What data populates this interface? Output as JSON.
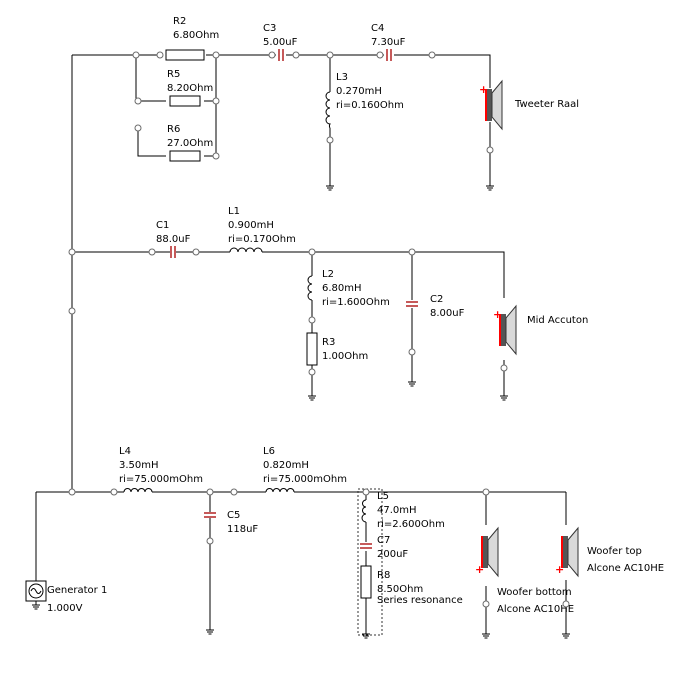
{
  "colors": {
    "wire": "#000000",
    "capacitor": "#b22222",
    "speaker_red": "#ff0000",
    "speaker_body": "#555555"
  },
  "components": {
    "R2": {
      "name": "R2",
      "value": "6.80Ohm"
    },
    "R5": {
      "name": "R5",
      "value": "8.20Ohm"
    },
    "R6": {
      "name": "R6",
      "value": "27.0Ohm"
    },
    "C3": {
      "name": "C3",
      "value": "5.00uF"
    },
    "C4": {
      "name": "C4",
      "value": "7.30uF"
    },
    "L3": {
      "name": "L3",
      "value": "0.270mH",
      "ri": "ri=0.160Ohm"
    },
    "tweeter": {
      "name": "Tweeter Raal"
    },
    "C1": {
      "name": "C1",
      "value": "88.0uF"
    },
    "L1": {
      "name": "L1",
      "value": "0.900mH",
      "ri": "ri=0.170Ohm"
    },
    "L2": {
      "name": "L2",
      "value": "6.80mH",
      "ri": "ri=1.600Ohm"
    },
    "R3": {
      "name": "R3",
      "value": "1.00Ohm"
    },
    "C2": {
      "name": "C2",
      "value": "8.00uF"
    },
    "mid": {
      "name": "Mid Accuton"
    },
    "L4": {
      "name": "L4",
      "value": "3.50mH",
      "ri": "ri=75.000mOhm"
    },
    "L6": {
      "name": "L6",
      "value": "0.820mH",
      "ri": "ri=75.000mOhm"
    },
    "C5": {
      "name": "C5",
      "value": "118uF"
    },
    "L5": {
      "name": "L5",
      "value": "47.0mH",
      "ri": "ri=2.600Ohm"
    },
    "C7": {
      "name": "C7",
      "value": "200uF"
    },
    "R8": {
      "name": "R8",
      "value": "8.50Ohm",
      "note": "Series resonance"
    },
    "woofer_bottom": {
      "name_line1": "Woofer bottom",
      "name_line2": "Alcone AC10HE"
    },
    "woofer_top": {
      "name_line1": "Woofer top",
      "name_line2": "Alcone AC10HE"
    },
    "generator": {
      "name": "Generator 1",
      "value": "1.000V"
    }
  }
}
